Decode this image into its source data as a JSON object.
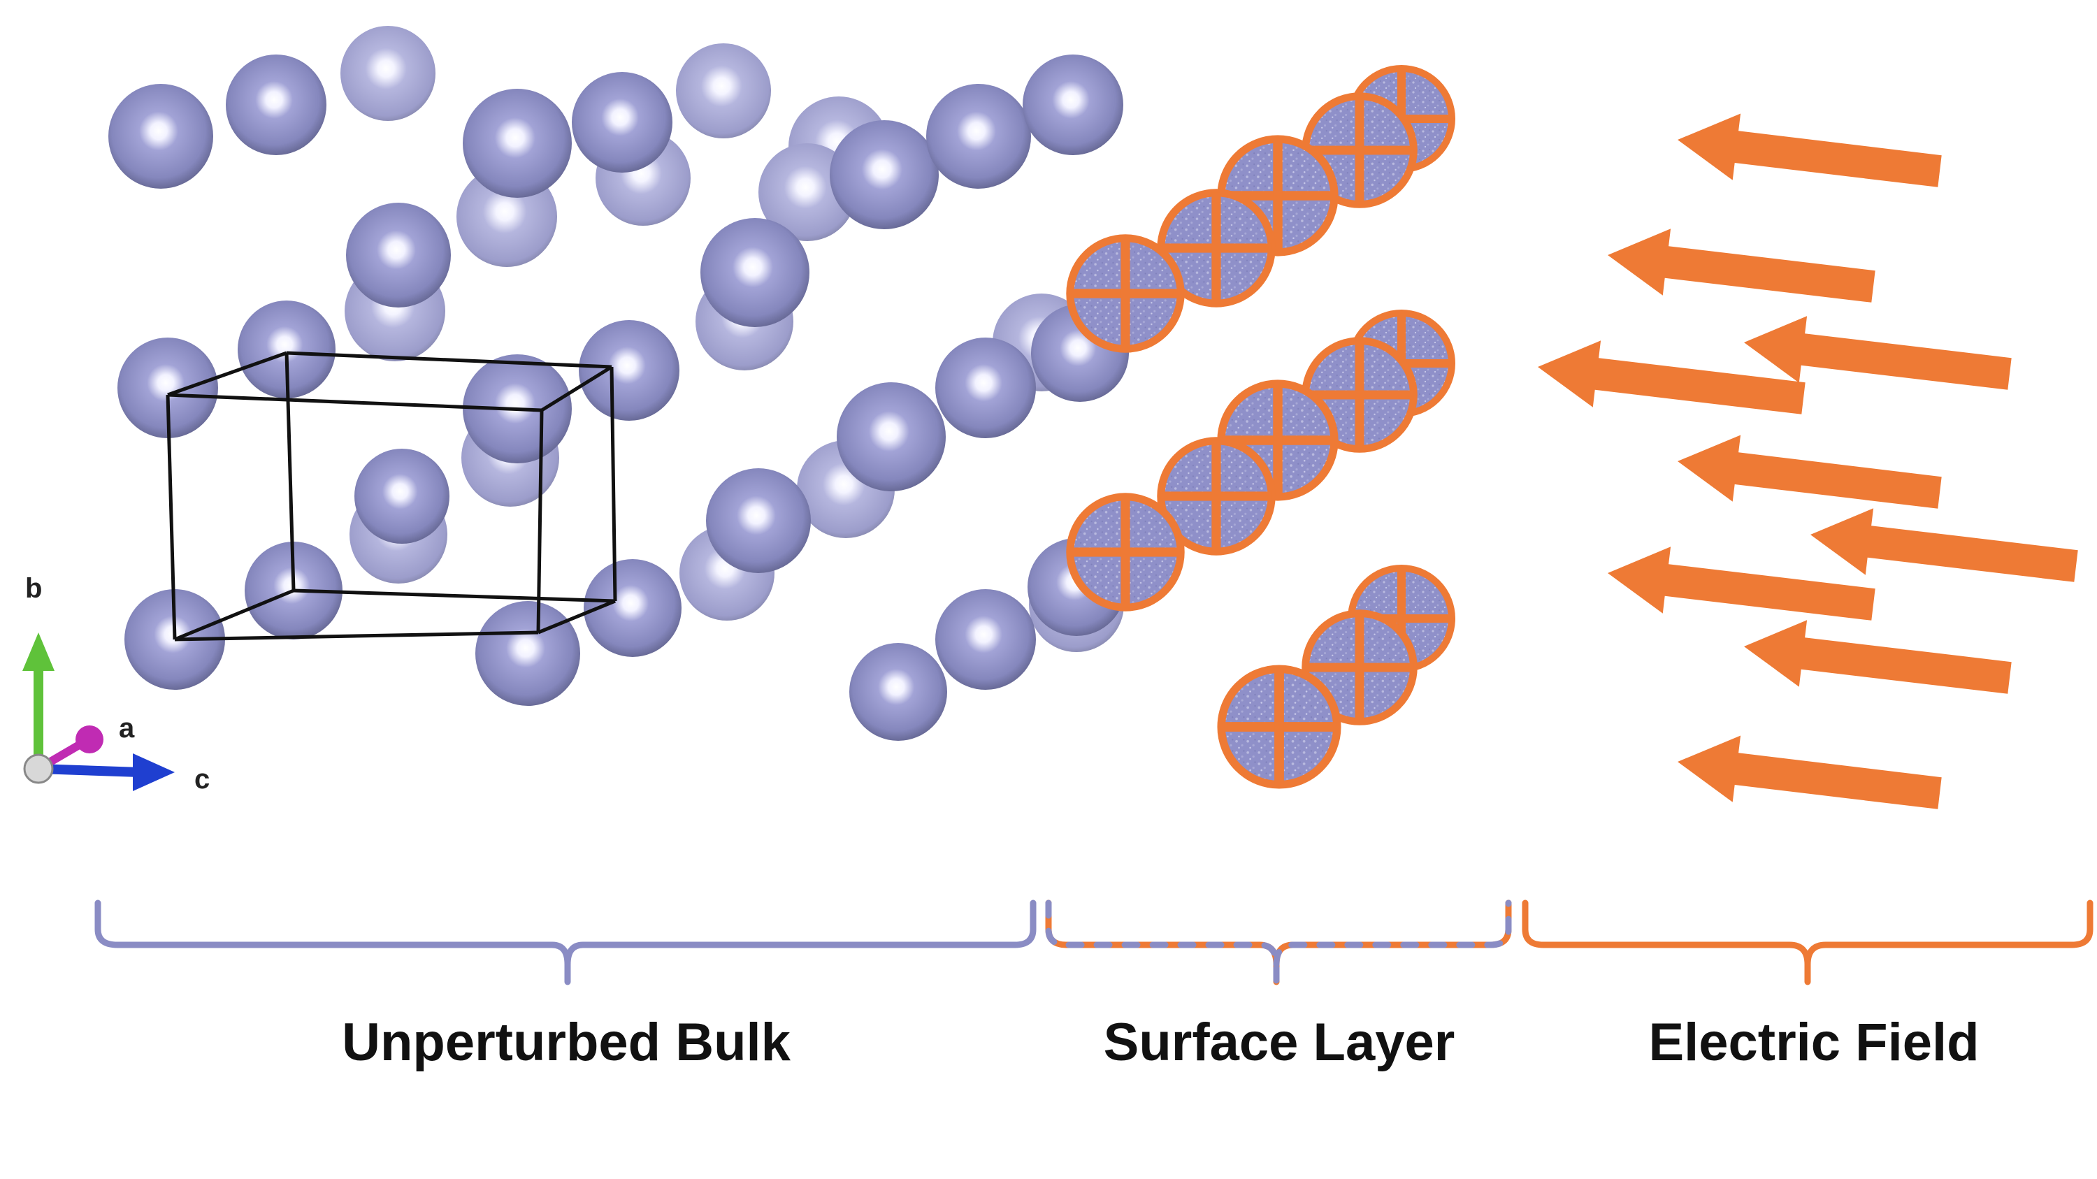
{
  "regions": {
    "bulk": {
      "label": "Unperturbed Bulk",
      "color": "#8a8cc4"
    },
    "surface": {
      "label": "Surface Layer",
      "color": "#ee7a35"
    },
    "field": {
      "label": "Electric Field",
      "color": "#ee7a35"
    }
  },
  "axes": {
    "a": "a",
    "b": "b",
    "c": "c"
  },
  "colors": {
    "atom": "#8f90c6",
    "atom_dark": "#54567f",
    "atom_highlight": "#ffffff",
    "cell_edge": "#111111",
    "surface_ring": "#ee7a35",
    "arrow": "#ee7a35",
    "axis_b": "#5fc23a",
    "axis_c": "#1f3fd0",
    "axis_a": "#c02bb3"
  },
  "icons": {
    "atom": "sphere-atom-icon",
    "surface_atom": "crossed-circle-icon",
    "field_arrow": "left-arrow-icon",
    "axes": "axes-triad-icon"
  }
}
